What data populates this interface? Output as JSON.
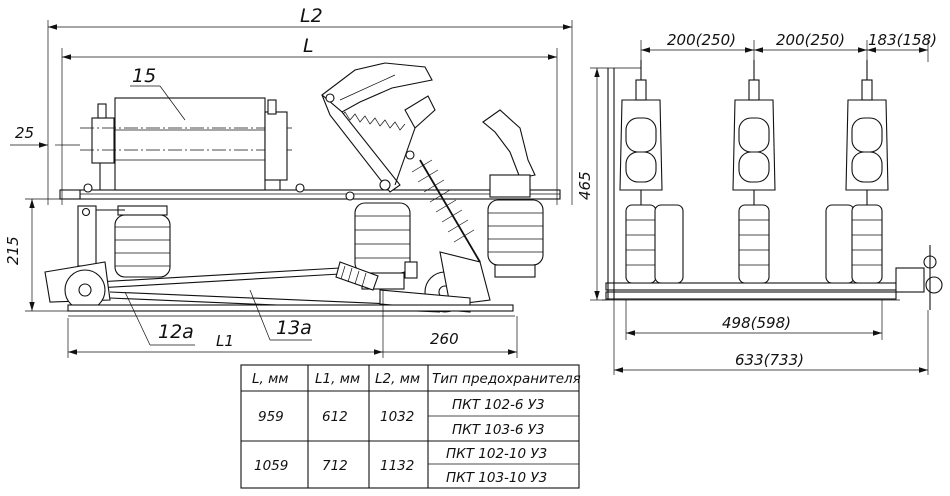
{
  "dimensions": {
    "L2": "L2",
    "L": "L",
    "L1": "L1",
    "d25": "25",
    "d215": "215",
    "d260": "260",
    "d465": "465",
    "pitch1": "200(250)",
    "pitch2": "200(250)",
    "pitch3": "183(158)",
    "base": "498(598)",
    "overall": "633(733)"
  },
  "callouts": {
    "c15": "15",
    "c12a": "12а",
    "c13a": "13а"
  },
  "table": {
    "headers": [
      "L, мм",
      "L1, мм",
      "L2, мм",
      "Тип предохранителя"
    ],
    "rows": [
      {
        "L": "959",
        "L1": "612",
        "L2": "1032",
        "fuses": [
          "ПКТ 102-6 У3",
          "ПКТ 103-6 У3"
        ]
      },
      {
        "L": "1059",
        "L1": "712",
        "L2": "1132",
        "fuses": [
          "ПКТ 102-10 У3",
          "ПКТ 103-10 У3"
        ]
      }
    ]
  }
}
